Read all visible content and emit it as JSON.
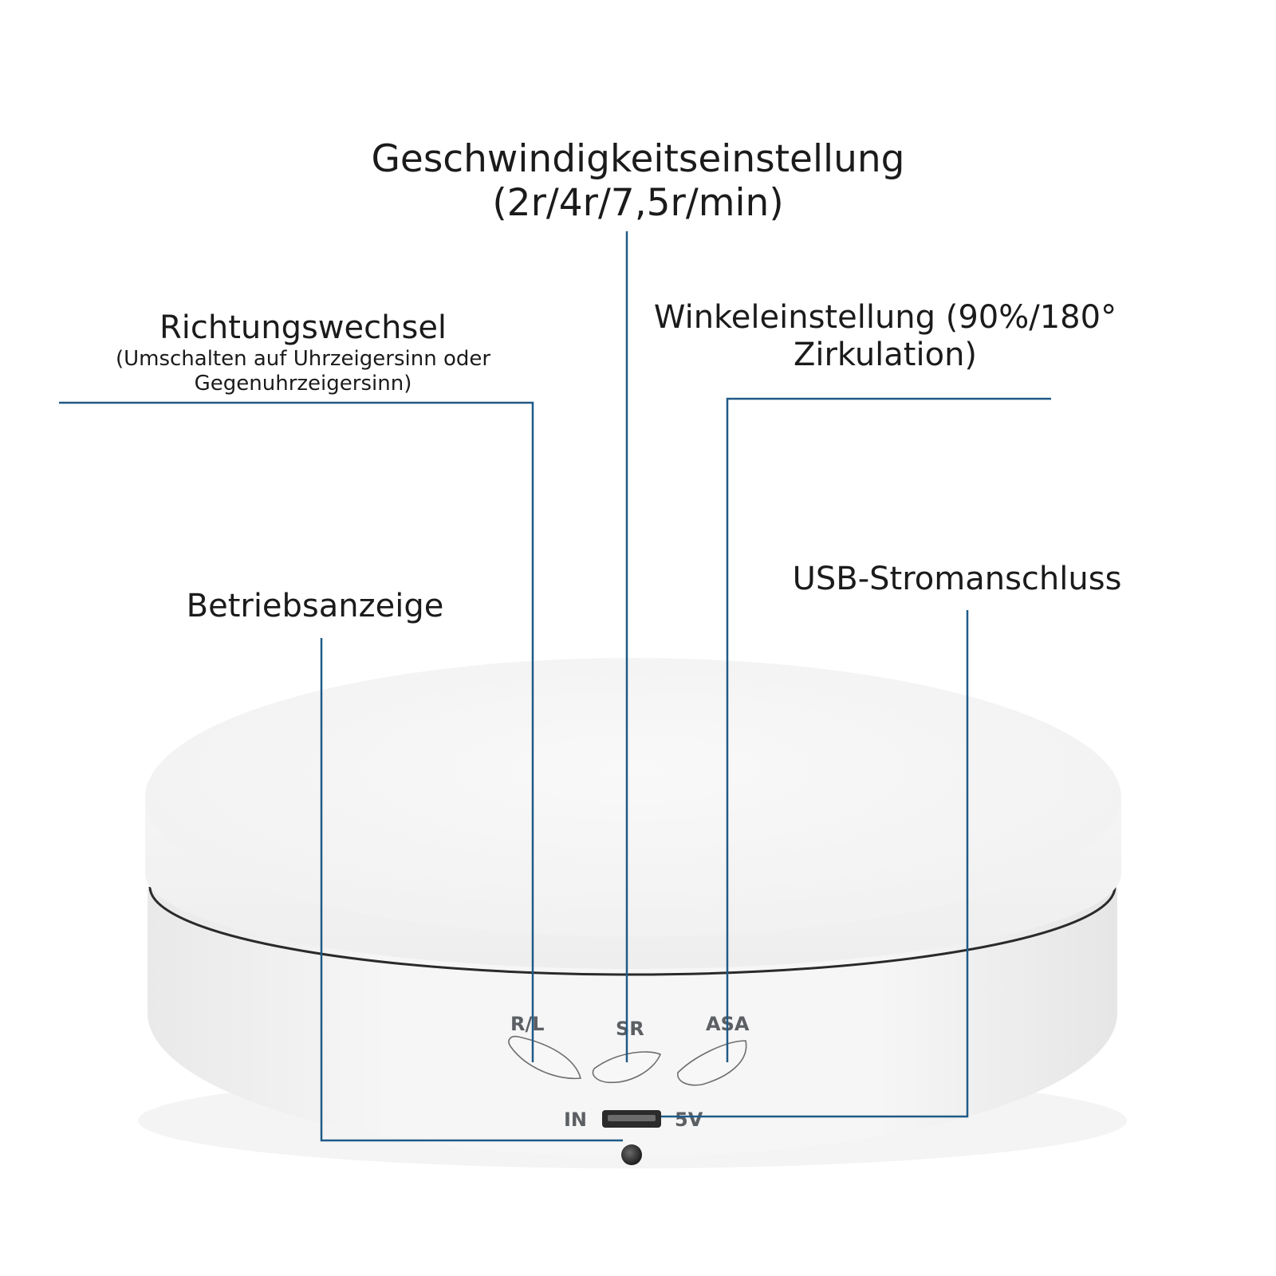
{
  "labels": {
    "speed": {
      "line1": "Geschwindigkeitseinstellung",
      "line2": "(2r/4r/7,5r/min)"
    },
    "direction": {
      "title": "Richtungswechsel",
      "line1": "(Umschalten auf Uhrzeigersinn oder",
      "line2": "Gegenuhrzeigersinn)"
    },
    "angle": {
      "line1": "Winkeleinstellung (90%/180°",
      "line2": "Zirkulation)"
    },
    "power_indicator": "Betriebsanzeige",
    "usb_power": "USB-Stromanschluss"
  },
  "device": {
    "button_rl": "R/L",
    "button_sr": "SR",
    "button_asa": "ASA",
    "port_in": "IN",
    "port_5v": "5V"
  },
  "colors": {
    "leader_line": "#1f5a87",
    "device_body": "#f3f3f3",
    "device_top": "#f7f7f7"
  }
}
